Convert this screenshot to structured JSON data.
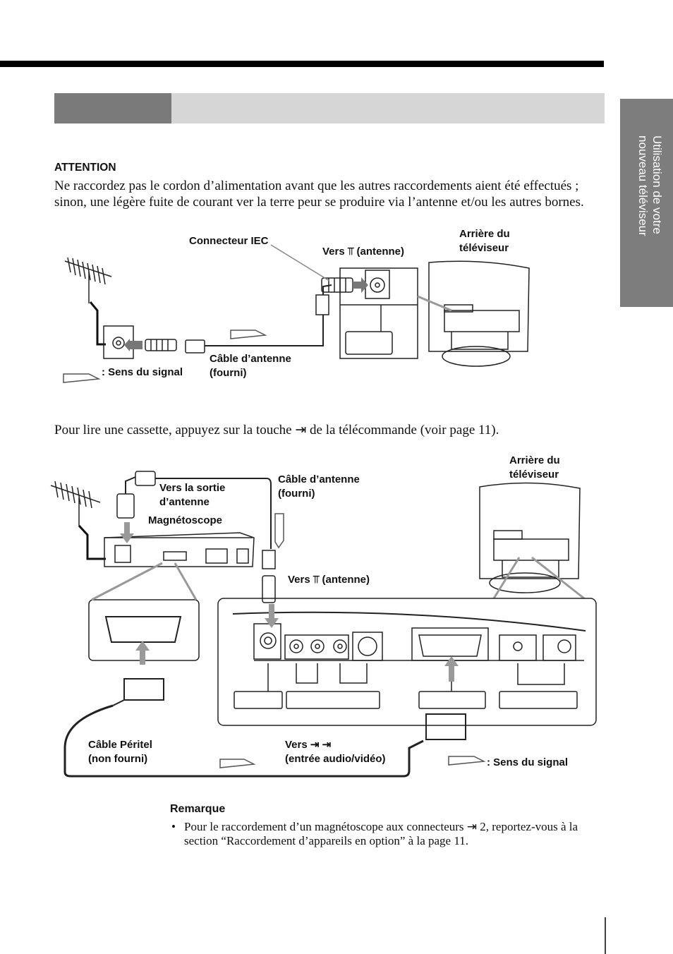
{
  "side_tab": {
    "line1": "Utilisation de votre",
    "line2": "nouveau téléviseur"
  },
  "warning": {
    "title": "ATTENTION",
    "text": "Ne raccordez pas le cordon d’alimentation avant que les autres raccordements aient été effectués ; sinon, une légère fuite de courant ver la terre peur se produire via l’antenne et/ou les autres bornes."
  },
  "diagram1": {
    "connecteur_iec": "Connecteur IEC",
    "vers_antenne": "Vers ⫪ (antenne)",
    "arriere_tv": "Arrière du\ntéléviseur",
    "cable_antenne": "Câble d’antenne\n(fourni)",
    "sens_signal": ": Sens du signal"
  },
  "playback_text": "Pour lire une cassette, appuyez sur la touche ⇥ de la télécommande (voir page 11).",
  "diagram2": {
    "arriere_tv": "Arrière du\ntéléviseur",
    "vers_sortie": "Vers la sortie\nd’antenne",
    "cable_antenne": "Câble d’antenne\n(fourni)",
    "magnetoscope": "Magnétoscope",
    "vers_antenne": "Vers ⫪ (antenne)",
    "cable_peritel": "Câble Péritel\n(non fourni)",
    "vers_av": "Vers ⇥     ⇥\n(entrée audio/vidéo)",
    "sens_signal": ": Sens du signal"
  },
  "remarque": {
    "title": "Remarque",
    "bullet": "•",
    "text": "Pour le raccordement d’un magnétoscope aux connecteurs ⇥ 2, reportez-vous à la section “Raccordement d’appareils en option” à la page 11."
  },
  "colors": {
    "header_bar": "#d6d6d6",
    "header_dark": "#7a7a7a",
    "side_tab": "#7d7d7d",
    "rule": "#000000"
  }
}
